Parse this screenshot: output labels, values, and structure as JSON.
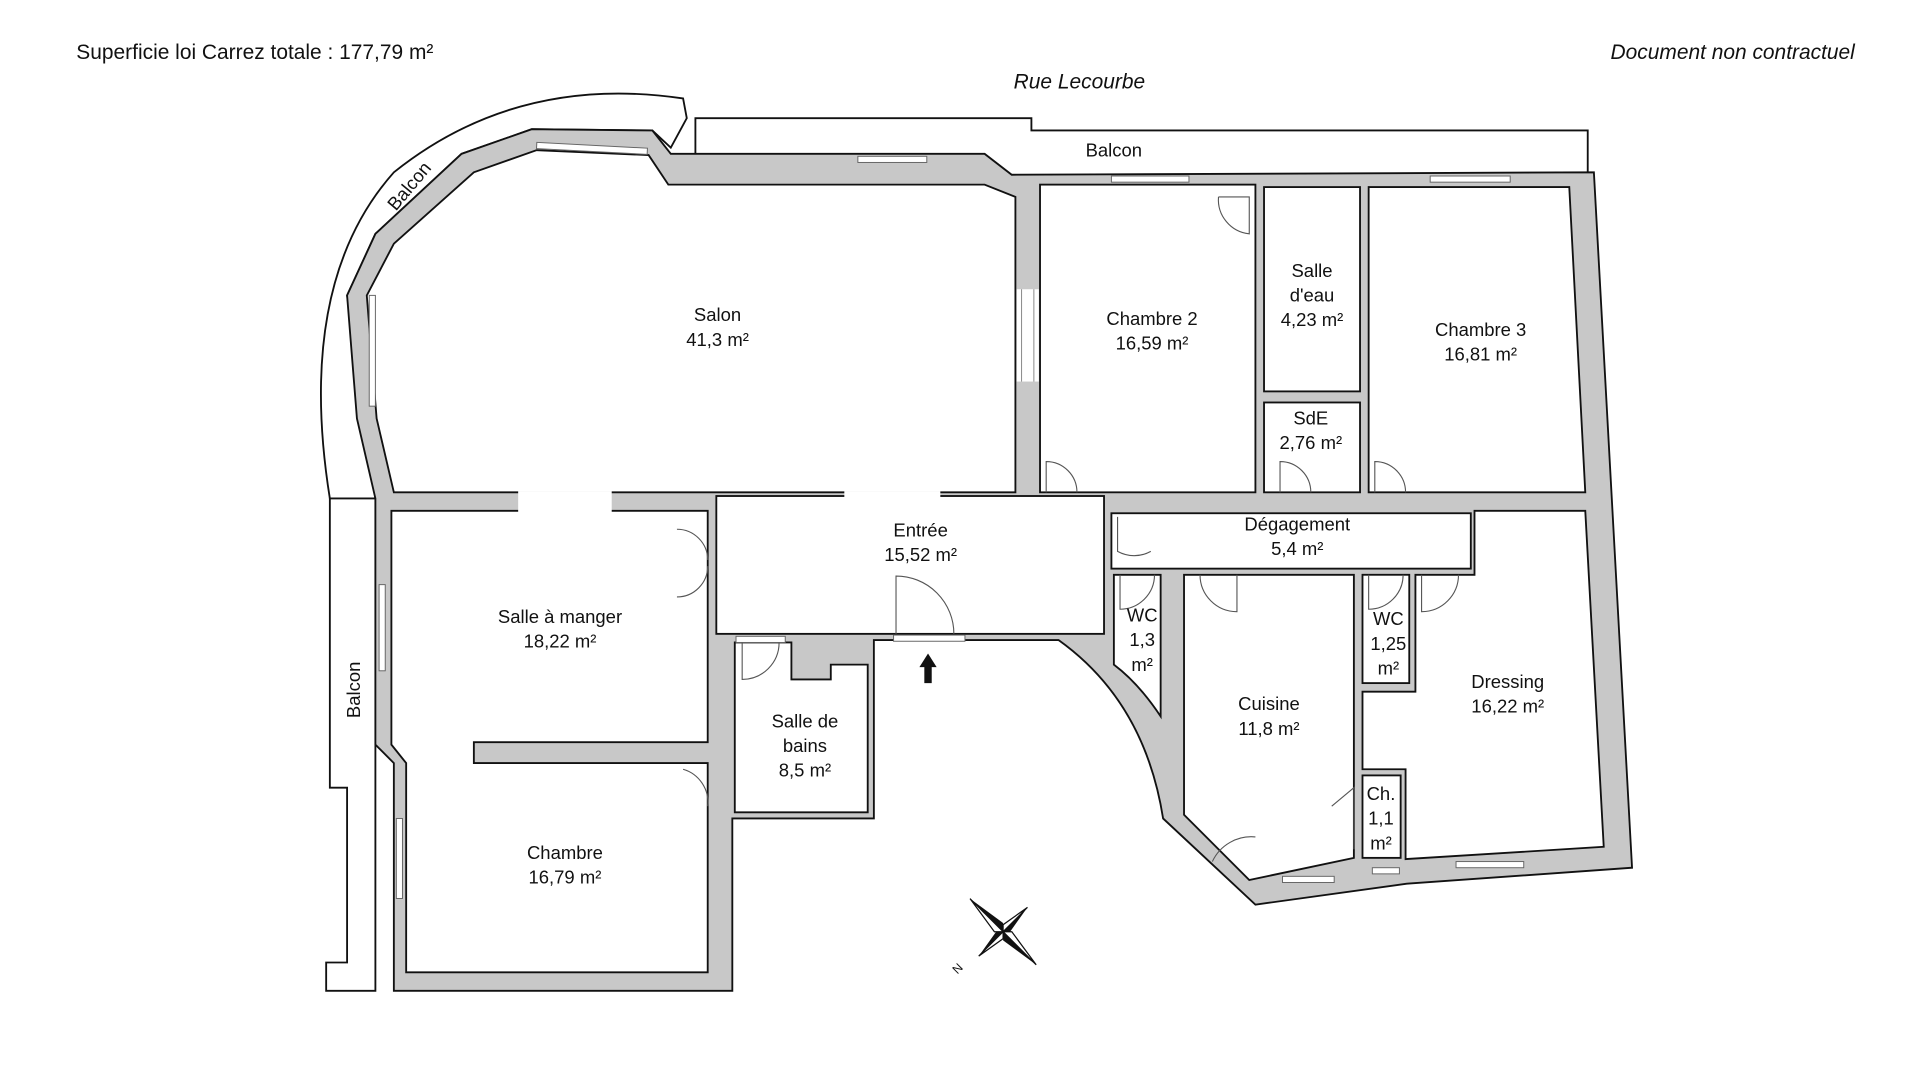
{
  "header": {
    "total_area": "Superficie loi Carrez totale :  177,79 m²",
    "disclaimer": "Document non contractuel",
    "street": "Rue Lecourbe"
  },
  "balconies": {
    "top": "Balcon",
    "curved": "Balcon",
    "left": "Balcon"
  },
  "rooms": {
    "salon": {
      "name": "Salon",
      "area": "41,3 m²"
    },
    "chambre2": {
      "name": "Chambre 2",
      "area": "16,59 m²"
    },
    "salle_eau": {
      "name": "Salle d'eau",
      "area": "4,23 m²"
    },
    "chambre3": {
      "name": "Chambre 3",
      "area": "16,81 m²"
    },
    "sde": {
      "name": "SdE",
      "area": "2,76 m²"
    },
    "degagement": {
      "name": "Dégagement",
      "area": "5,4 m²"
    },
    "entree": {
      "name": "Entrée",
      "area": "15,52 m²"
    },
    "salle_manger": {
      "name": "Salle à manger",
      "area": "18,22 m²"
    },
    "wc1": {
      "name": "WC",
      "area": "1,3 m²"
    },
    "cuisine": {
      "name": "Cuisine",
      "area": "11,8 m²"
    },
    "wc2": {
      "name": "WC",
      "area": "1,25 m²"
    },
    "dressing": {
      "name": "Dressing",
      "area": "16,22 m²"
    },
    "salle_bains": {
      "name": "Salle de bains",
      "area": "8,5 m²"
    },
    "ch": {
      "name": "Ch.",
      "area": "1,1 m²"
    },
    "chambre": {
      "name": "Chambre",
      "area": "16,79 m²"
    }
  },
  "compass": {
    "north_label": "N"
  },
  "colors": {
    "wall": "#c8c8c8",
    "line": "#111111",
    "background": "#ffffff"
  }
}
